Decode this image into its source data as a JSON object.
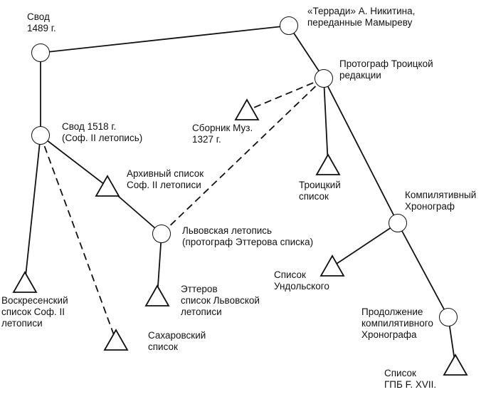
{
  "colors": {
    "line": "#111111",
    "background": "#ffffff"
  },
  "nodes": [
    {
      "id": "svod1489",
      "shape": "circle",
      "label": "Свод\n1489 г."
    },
    {
      "id": "terradi",
      "shape": "circle",
      "label": "«Терради» А. Никитина,\nпереданные Мамыреву"
    },
    {
      "id": "protograph_troitsk",
      "shape": "circle",
      "label": "Протограф Троицкой\nредакции"
    },
    {
      "id": "sbornik_muz",
      "shape": "triangle",
      "label": "Сборник Муз.\n1327 г."
    },
    {
      "id": "svod1518",
      "shape": "circle",
      "label": "Свод 1518 г.\n(Соф. II летопись)"
    },
    {
      "id": "arkhivny",
      "shape": "triangle",
      "label": "Архивный список\nСоф. II летописи"
    },
    {
      "id": "troitsky",
      "shape": "triangle",
      "label": "Троицкий\nсписок"
    },
    {
      "id": "kompil_khronograf",
      "shape": "circle",
      "label": "Компилятивный\nХронограф"
    },
    {
      "id": "lvovskaya",
      "shape": "circle",
      "label": "Львовская летопись\n(протограф Эттерова списка)"
    },
    {
      "id": "undolsky",
      "shape": "triangle",
      "label": "Список\nУндольского"
    },
    {
      "id": "voskresensky",
      "shape": "triangle",
      "label": "Воскресенский\nсписок Соф. II\nлетописи"
    },
    {
      "id": "etterov",
      "shape": "triangle",
      "label": "Эттеров\nсписок Львовской\nлетописи"
    },
    {
      "id": "prodolzhenie",
      "shape": "circle",
      "label": "Продолжение\nкомпилятивного\nХронографа"
    },
    {
      "id": "sakharovsky",
      "shape": "triangle",
      "label": "Сахаровский\nсписок"
    },
    {
      "id": "gpb",
      "shape": "triangle",
      "label": "Список\nГПБ F. XVII."
    }
  ],
  "edges": [
    {
      "from": "svod1489",
      "to": "terradi",
      "style": "solid"
    },
    {
      "from": "terradi",
      "to": "protograph_troitsk",
      "style": "solid"
    },
    {
      "from": "protograph_troitsk",
      "to": "sbornik_muz",
      "style": "dashed"
    },
    {
      "from": "protograph_troitsk",
      "to": "troitsky",
      "style": "solid"
    },
    {
      "from": "protograph_troitsk",
      "to": "kompil_khronograf",
      "style": "solid"
    },
    {
      "from": "protograph_troitsk",
      "to": "lvovskaya",
      "style": "dashed"
    },
    {
      "from": "svod1489",
      "to": "svod1518",
      "style": "solid"
    },
    {
      "from": "svod1518",
      "to": "voskresensky",
      "style": "solid"
    },
    {
      "from": "svod1518",
      "to": "arkhivny",
      "style": "solid"
    },
    {
      "from": "svod1518",
      "to": "sakharovsky",
      "style": "dashed"
    },
    {
      "from": "arkhivny",
      "to": "lvovskaya",
      "style": "solid"
    },
    {
      "from": "lvovskaya",
      "to": "etterov",
      "style": "solid"
    },
    {
      "from": "kompil_khronograf",
      "to": "undolsky",
      "style": "solid"
    },
    {
      "from": "kompil_khronograf",
      "to": "prodolzhenie",
      "style": "solid"
    },
    {
      "from": "prodolzhenie",
      "to": "gpb",
      "style": "solid"
    }
  ]
}
